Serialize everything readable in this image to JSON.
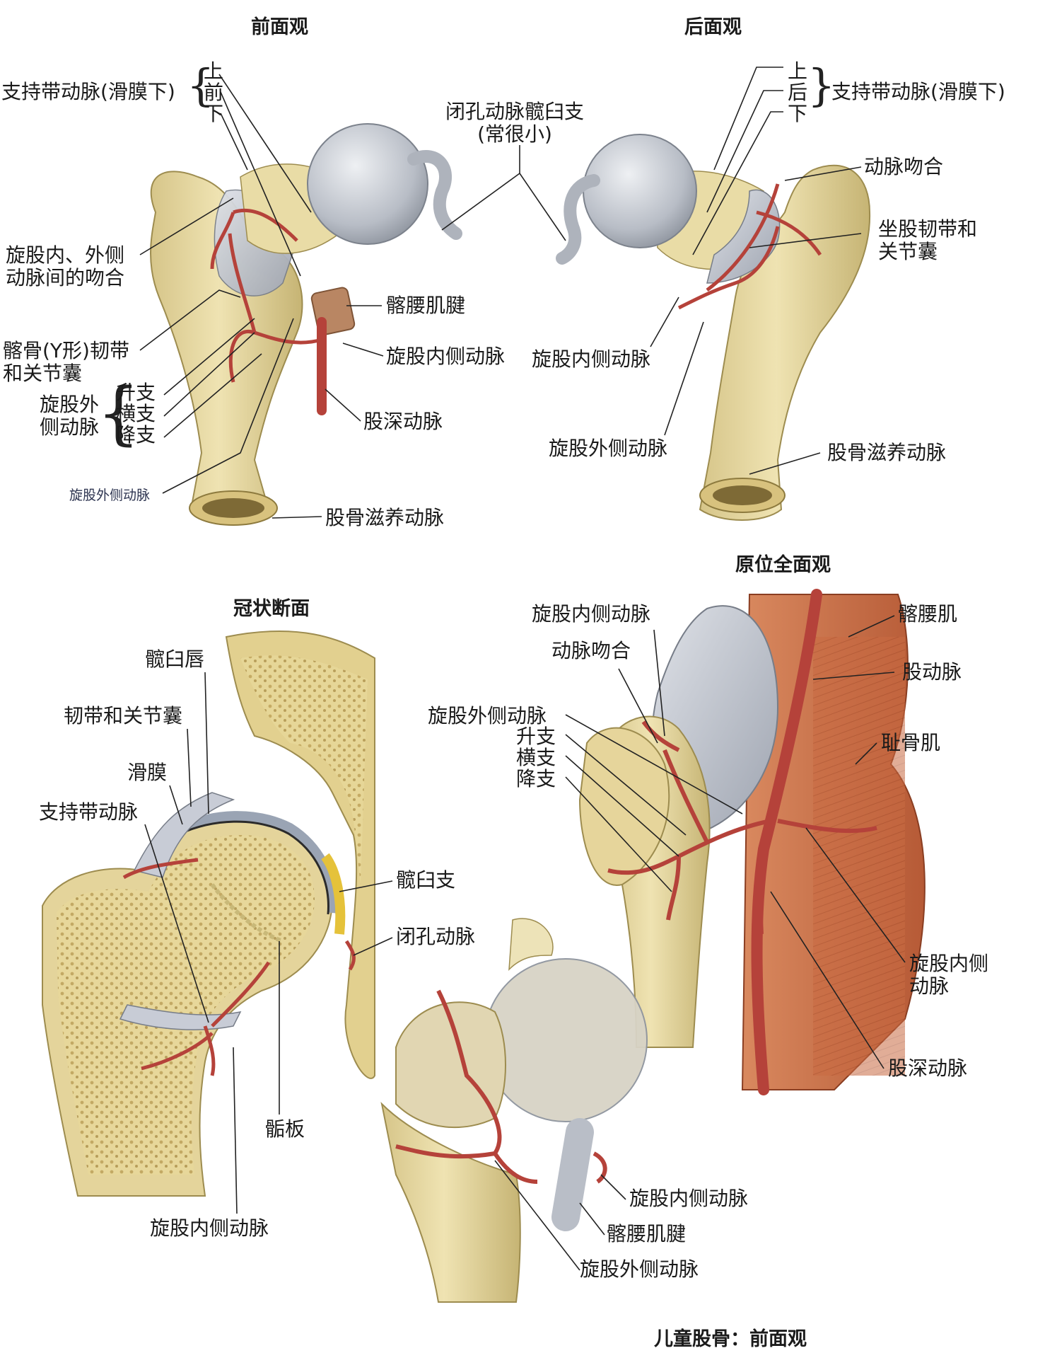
{
  "colors": {
    "bone": "#e6d8a2",
    "bone_shadow": "#c9b979",
    "ligament": "#c8ccd6",
    "cartilage": "#b9bec7",
    "artery": "#b5423a",
    "muscle": "#c86b45",
    "leader_line": "#222222"
  },
  "titles": {
    "anterior": "前面观",
    "posterior": "后面观",
    "in_situ": "原位全面观",
    "coronal": "冠状断面",
    "child": "儿童股骨：前面观"
  },
  "anterior": {
    "retinacular_group": "支持带动脉(滑膜下)",
    "branch_labels": [
      "上",
      "前",
      "下"
    ],
    "anastomosis": [
      "旋股内、外侧",
      "动脉间的吻合"
    ],
    "iliofemoral": [
      "髂骨(Y形)韧带",
      "和关节囊"
    ],
    "lateral_circ_group": [
      "旋股外",
      "侧动脉"
    ],
    "lateral_branches": [
      "升支",
      "横支",
      "降支"
    ],
    "lateral_circ_small": "旋股外侧动脉",
    "iliopsoas_tendon": "髂腰肌腱",
    "medial_circ": "旋股内侧动脉",
    "deep_femoral": "股深动脉",
    "nutrient": "股骨滋养动脉"
  },
  "center": {
    "obturator_acetabular": [
      "闭孔动脉髋臼支",
      "(常很小)"
    ]
  },
  "posterior": {
    "branch_labels": [
      "上",
      "后",
      "下"
    ],
    "retinacular_group": "支持带动脉(滑膜下)",
    "anastomosis": "动脉吻合",
    "ischiofemoral": [
      "坐股韧带和",
      "关节囊"
    ],
    "medial_circ": "旋股内侧动脉",
    "lateral_circ": "旋股外侧动脉",
    "nutrient": "股骨滋养动脉"
  },
  "in_situ": {
    "medial_circ_top": "旋股内侧动脉",
    "anastomosis": "动脉吻合",
    "lateral_circ": "旋股外侧动脉",
    "branches": [
      "升支",
      "横支",
      "降支"
    ],
    "iliopsoas": "髂腰肌",
    "femoral_artery": "股动脉",
    "pectineus": "耻骨肌",
    "medial_circ_right": [
      "旋股内侧",
      "动脉"
    ],
    "deep_femoral": "股深动脉"
  },
  "coronal": {
    "labrum": "髋臼唇",
    "ligament_capsule": "韧带和关节囊",
    "synovium": "滑膜",
    "retinacular": "支持带动脉",
    "acetabular_branch": "髋臼支",
    "obturator": "闭孔动脉",
    "epiphyseal_plate": "骺板",
    "medial_circ": "旋股内侧动脉"
  },
  "child": {
    "medial_circ": "旋股内侧动脉",
    "iliopsoas_tendon": "髂腰肌腱",
    "lateral_circ": "旋股外侧动脉"
  }
}
